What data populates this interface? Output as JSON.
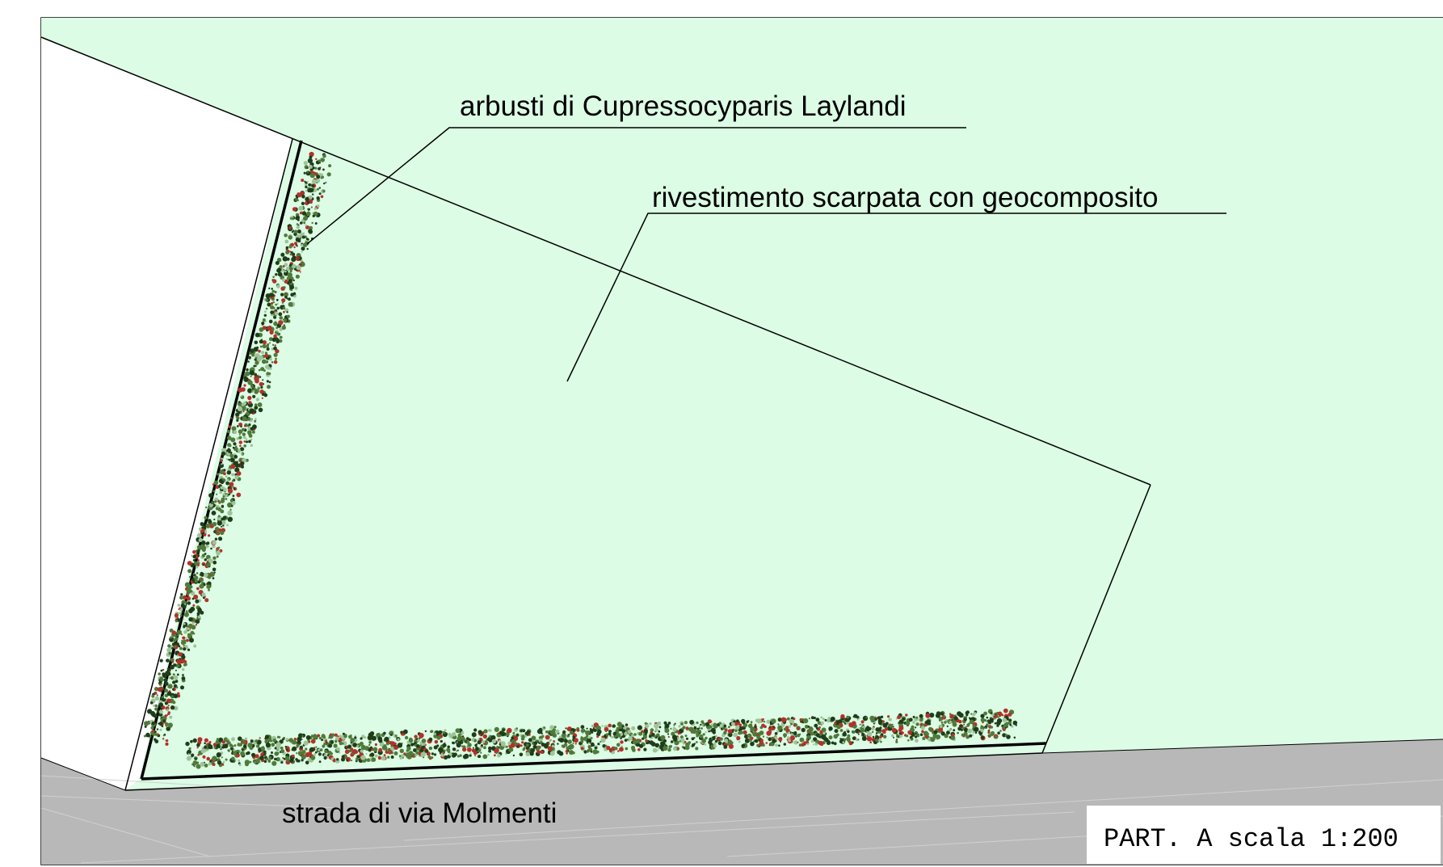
{
  "labels": {
    "shrubs": "arbusti di Cupressocyparis Laylandi",
    "slope_cover": "rivestimento scarpata con geocomposito",
    "road": "strada di via Molmenti"
  },
  "title_block": {
    "text": "PART. A scala 1:200"
  },
  "colors": {
    "grass_fill": "#dcfce5",
    "road_fill": "#b8b8b8",
    "line": "#000000",
    "shrub_dark": "#1f3d1a",
    "shrub_mid": "#4f7a3a",
    "shrub_light": "#9fc49a",
    "shrub_accent": "#b3312a"
  }
}
